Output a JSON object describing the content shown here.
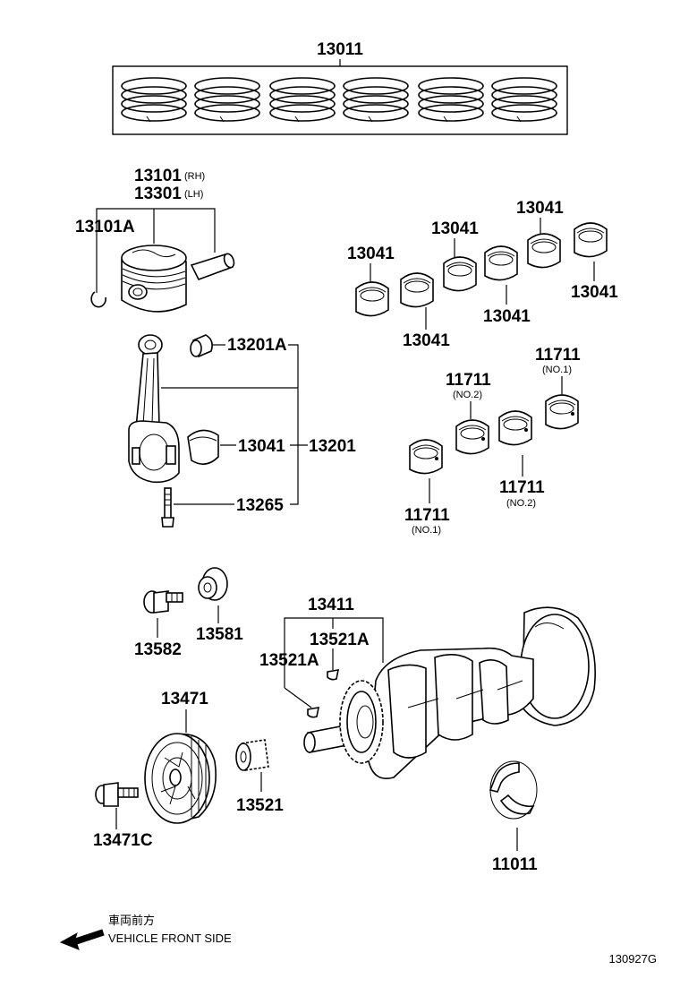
{
  "labels": {
    "piston_ring_set": "13011",
    "piston_rh": "13101",
    "piston_rh_note": "(RH)",
    "piston_lh": "13301",
    "piston_lh_note": "(LH)",
    "snap_ring": "13101A",
    "conrod_bushing": "13201A",
    "conrod_bearing": "13041",
    "conrod_assy": "13201",
    "conrod_bolt": "13265",
    "bearing_set": [
      "13041",
      "13041",
      "13041",
      "13041",
      "13041",
      "13041"
    ],
    "main_bearing_upper_1": "11711",
    "main_bearing_upper_1_note": "(NO.1)",
    "main_bearing_upper_2": "11711",
    "main_bearing_upper_2_note": "(NO.2)",
    "main_bearing_lower_2": "11711",
    "main_bearing_lower_2_note": "(NO.2)",
    "main_bearing_lower_1": "11711",
    "main_bearing_lower_1_note": "(NO.1)",
    "bolt_13582": "13582",
    "plate_13581": "13581",
    "crankshaft": "13411",
    "key_left": "13521A",
    "key_right": "13521A",
    "pulley": "13471",
    "pulley_bolt": "13471C",
    "timing_gear": "13521",
    "thrust_washer": "11011"
  },
  "direction": {
    "jp": "車両前方",
    "en": "VEHICLE FRONT SIDE"
  },
  "figure_code": "130927G"
}
